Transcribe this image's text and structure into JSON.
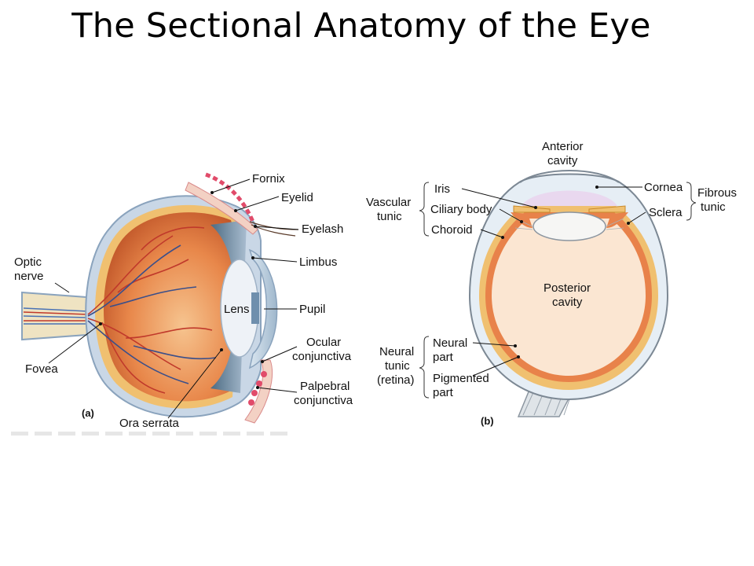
{
  "title": "The Sectional Anatomy of the Eye",
  "panel_a": {
    "letter": "(a)",
    "labels": {
      "fornix": "Fornix",
      "eyelid": "Eyelid",
      "eyelash": "Eyelash",
      "limbus": "Limbus",
      "pupil": "Pupil",
      "lens": "Lens",
      "optic_nerve": [
        "Optic",
        "nerve"
      ],
      "fovea": "Fovea",
      "ocular_conjunctiva": [
        "Ocular",
        "conjunctiva"
      ],
      "palpebral_conjunctiva": [
        "Palpebral",
        "conjunctiva"
      ],
      "ora_serrata": "Ora serrata"
    }
  },
  "panel_b": {
    "letter": "(b)",
    "labels": {
      "anterior_cavity": [
        "Anterior",
        "cavity"
      ],
      "posterior_cavity": [
        "Posterior",
        "cavity"
      ],
      "cornea": "Cornea",
      "sclera": "Sclera",
      "fibrous_tunic": [
        "Fibrous",
        "tunic"
      ],
      "vascular_tunic": [
        "Vascular",
        "tunic"
      ],
      "iris": "Iris",
      "ciliary_body": "Ciliary body",
      "choroid": "Choroid",
      "neural_tunic": [
        "Neural",
        "tunic",
        "(retina)"
      ],
      "neural_part": [
        "Neural",
        "part"
      ],
      "pigmented_part": [
        "Pigmented",
        "part"
      ]
    }
  },
  "colors": {
    "retina_orange": "#e07a3a",
    "choroid_tan": "#f0c070",
    "posterior_fill": "#fbe6d2",
    "anterior_fill": "#e9d8ef",
    "sclera_blue": "#c9d7e6"
  }
}
